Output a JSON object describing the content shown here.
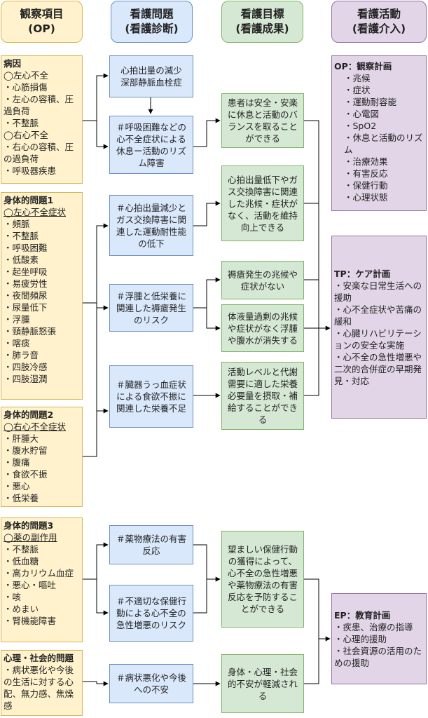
{
  "headers": {
    "op": [
      "観察項目",
      "(OP)"
    ],
    "problem": [
      "看護問題",
      "(看護診断)"
    ],
    "goal": [
      "看護目標",
      "(看護成果)"
    ],
    "activity": [
      "看護活動",
      "(看護介入)"
    ]
  },
  "observations": [
    {
      "title": "病因",
      "items": [
        "◯左心不全",
        "・心筋損傷",
        "・左心の容積、圧過負荷",
        "・不整脈",
        "◯右心不全",
        "・右心の容積、圧の過負荷",
        "・呼吸器疾患"
      ]
    },
    {
      "title": "身体的問題1",
      "subtitle": "◯左心不全症状",
      "items": [
        "・頻脈",
        "・不整脈",
        "・呼吸困難",
        "・低酸素",
        "・起坐呼吸",
        "・易疲労性",
        "・夜間頻尿",
        "・尿量低下",
        "・浮腫",
        "・頸静脈怒張",
        "・喀痰",
        "・肺ラ音",
        "・四肢冷感",
        "・四肢湿潤"
      ]
    },
    {
      "title": "身体的問題2",
      "subtitle": "◯右心不全症状",
      "items": [
        "・肝腫大",
        "・腹水貯留",
        "・腹痛",
        "・食欲不振",
        "・悪心",
        "・低栄養"
      ]
    },
    {
      "title": "身体的問題3",
      "subtitle": "◯薬の副作用",
      "items": [
        "・不整脈",
        "・低血糖",
        "・高カリウム血症",
        "・悪心・嘔吐",
        "・咳",
        "・めまい",
        "・腎機能障害"
      ]
    },
    {
      "title": "心理・社会的問題",
      "items": [
        "・病状悪化や今後の生活に対する心配、無力感、焦燥感"
      ]
    }
  ],
  "problems": [
    "心拍出量の減少\n深部静脈血栓症",
    "＃呼吸困難などの心不全症状による休息ー活動のリズム障害",
    "＃心拍出量減少とガス交換障害に関連した運動耐性能の低下",
    "＃浮腫と低栄養に関連した褥瘡発生のリスク",
    "＃臓器うっ血症状による食欲不振に関連した栄養不足",
    "＃薬物療法の有害反応",
    "＃不適切な保健行動による心不全の急性増悪のリスク",
    "＃病状悪化や今後への不安"
  ],
  "goals": [
    "患者は安全・安楽に休息と活動のバランスを取ることができる",
    "心拍出量低下やガス交換障害に関連した兆候・症状がなく、活動を維持向上できる",
    "褥瘡発生の兆候や症状がない",
    "体液量過剰の兆候や症状がなく浮腫や腹水が消失する",
    "活動レベルと代謝需要に適した栄養必要量を摂取・補給することができる",
    "望ましい保健行動の獲得によって、心不全の急性増悪や薬物療法の有害反応を予防することができる",
    "身体・心理・社会的不安が軽減される"
  ],
  "activities": [
    {
      "title": "OP：観察計画",
      "items": [
        "・兆候",
        "・症状",
        "・運動耐容能",
        "・心電図",
        "・SpO2",
        "・休息と活動のリズム",
        "・治療効果",
        "・有害反応",
        "・保健行動",
        "・心理状態"
      ]
    },
    {
      "title": "TP：ケア計画",
      "items": [
        "・安楽な日常生活への援助",
        "・心不全症状や苦痛の緩和",
        "・心臓リハビリテーションの安全な実施",
        "・心不全の急性増悪や二次的合併症の早期発見・対応"
      ]
    },
    {
      "title": "EP：教育計画",
      "items": [
        "・疾患、治療の指導",
        "・心理的援助",
        "・社会資源の活用のための援助"
      ]
    }
  ]
}
